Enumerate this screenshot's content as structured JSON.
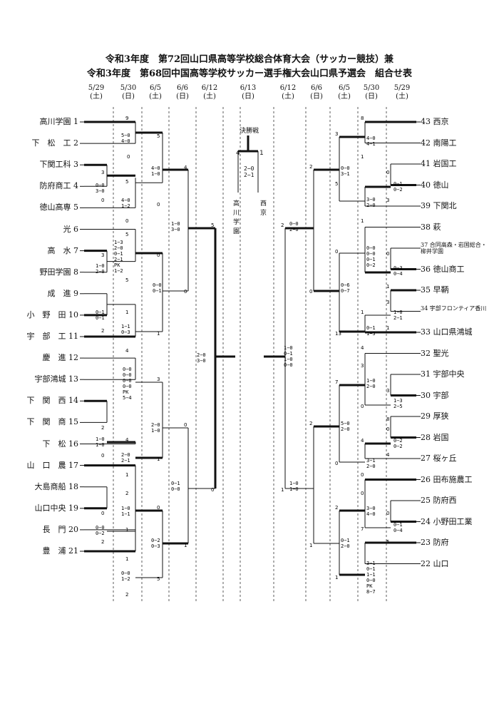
{
  "title1": "令和3年度　第72回山口県高等学校総合体育大会（サッカー競技）兼",
  "title2": "令和3年度　第68回中国高等学校サッカー選手権大会山口県予選会　組合せ表",
  "dates": [
    {
      "d": "5/29",
      "w": "(土)"
    },
    {
      "d": "5/30",
      "w": "(日)"
    },
    {
      "d": "6/5",
      "w": "(土)"
    },
    {
      "d": "6/6",
      "w": "(日)"
    },
    {
      "d": "6/12",
      "w": "(土)"
    },
    {
      "d": "6/13",
      "w": "(日)"
    },
    {
      "d": "6/12",
      "w": "(土)"
    },
    {
      "d": "6/6",
      "w": "(日)"
    },
    {
      "d": "6/5",
      "w": "(土)"
    },
    {
      "d": "5/30",
      "w": "(日)"
    },
    {
      "d": "5/29",
      "w": "(土)"
    }
  ],
  "final": {
    "label": "決勝戦",
    "score1": "2−0",
    "score2": "2−1",
    "left_team": "高川学園",
    "right_team": "西京",
    "left_goals": "4",
    "right_goals": "1"
  },
  "left_teams": [
    {
      "n": "1",
      "name": "高川学園"
    },
    {
      "n": "2",
      "name": "下松工"
    },
    {
      "n": "3",
      "name": "下関工科"
    },
    {
      "n": "4",
      "name": "防府商工"
    },
    {
      "n": "5",
      "name": "徳山高専"
    },
    {
      "n": "6",
      "name": "光"
    },
    {
      "n": "7",
      "name": "高水"
    },
    {
      "n": "8",
      "name": "野田学園"
    },
    {
      "n": "9",
      "name": "成進"
    },
    {
      "n": "10",
      "name": "小野田"
    },
    {
      "n": "11",
      "name": "宇部工"
    },
    {
      "n": "12",
      "name": "慶進"
    },
    {
      "n": "13",
      "name": "宇部鴻城"
    },
    {
      "n": "14",
      "name": "下関西"
    },
    {
      "n": "15",
      "name": "下関商"
    },
    {
      "n": "16",
      "name": "下松"
    },
    {
      "n": "17",
      "name": "山口農"
    },
    {
      "n": "18",
      "name": "大島商船"
    },
    {
      "n": "19",
      "name": "山口中央"
    },
    {
      "n": "20",
      "name": "長門"
    },
    {
      "n": "21",
      "name": "豊浦"
    }
  ],
  "right_teams": [
    {
      "n": "43",
      "name": "西京"
    },
    {
      "n": "42",
      "name": "南陽工"
    },
    {
      "n": "41",
      "name": "岩国工"
    },
    {
      "n": "40",
      "name": "徳山"
    },
    {
      "n": "39",
      "name": "下関北"
    },
    {
      "n": "38",
      "name": "萩"
    },
    {
      "n": "37",
      "name": "合同高森・岩国総合・柳井学園"
    },
    {
      "n": "36",
      "name": "徳山商工"
    },
    {
      "n": "35",
      "name": "早鞆"
    },
    {
      "n": "34",
      "name": "宇部フロンティア香川"
    },
    {
      "n": "33",
      "name": "山口県鴻城"
    },
    {
      "n": "32",
      "name": "聖光"
    },
    {
      "n": "31",
      "name": "宇部中央"
    },
    {
      "n": "30",
      "name": "宇部"
    },
    {
      "n": "29",
      "name": "厚狭"
    },
    {
      "n": "28",
      "name": "岩国"
    },
    {
      "n": "27",
      "name": "桜ヶ丘"
    },
    {
      "n": "26",
      "name": "田布施農工"
    },
    {
      "n": "25",
      "name": "防府西"
    },
    {
      "n": "24",
      "name": "小野田工業"
    },
    {
      "n": "23",
      "name": "防府"
    },
    {
      "n": "22",
      "name": "山口"
    }
  ]
}
